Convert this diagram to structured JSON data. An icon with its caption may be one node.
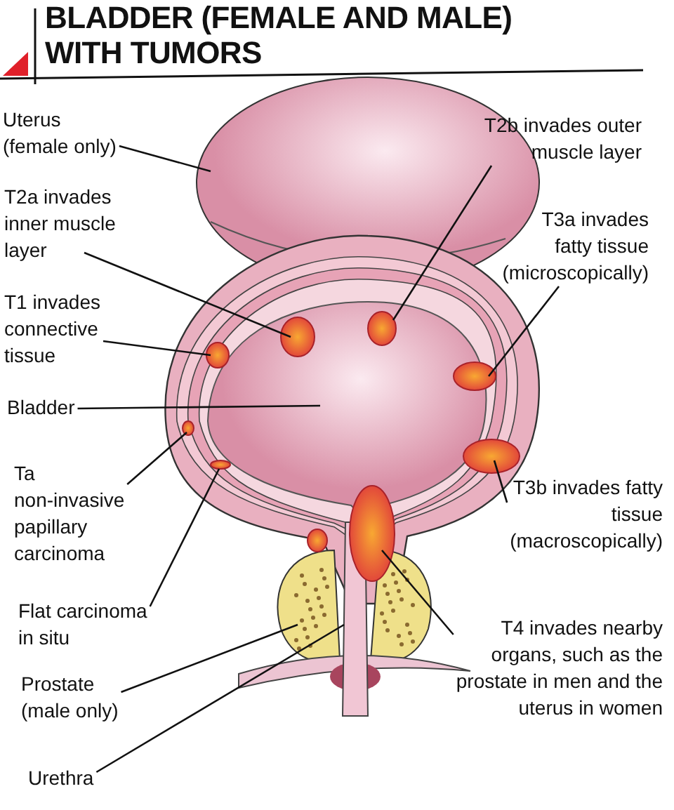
{
  "diagram": {
    "title": "BLADDER (FEMALE AND MALE) WITH TUMORS",
    "nodes": [
      {
        "text": [
          "Uterus (female only)"
        ]
      },
      {
        "text": [
          "T2a invades inner muscle layer"
        ]
      },
      {
        "text": [
          "T1 invades connective tissue"
        ]
      },
      {
        "text": [
          "Bladder"
        ]
      },
      {
        "text": [
          "Ta non-invasive papillary carcinoma"
        ]
      },
      {
        "text": [
          "Flat carcinoma in situ"
        ]
      },
      {
        "text": [
          "Prostate (male only)"
        ]
      },
      {
        "text": [
          "Urethra"
        ]
      },
      {
        "text": [
          "T2b invades outer muscle layer"
        ]
      },
      {
        "text": [
          "T3a invades fatty tissue (microscopically)"
        ]
      },
      {
        "text": [
          "T3b invades fatty tissue (macroscopically)"
        ]
      },
      {
        "text": [
          "T4 invades nearby organs, such as the prostate in men and the uterus in women"
        ]
      }
    ],
    "edges": [
      {
        "from": 0,
        "to": null,
        "arrow": "none"
      },
      {
        "from": 1,
        "to": null,
        "arrow": "none"
      },
      {
        "from": 2,
        "to": null,
        "arrow": "none"
      },
      {
        "from": 3,
        "to": null,
        "arrow": "none"
      },
      {
        "from": 4,
        "to": null,
        "arrow": "none"
      },
      {
        "from": 5,
        "to": null,
        "arrow": "none"
      },
      {
        "from": 6,
        "to": null,
        "arrow": "none"
      },
      {
        "from": 7,
        "to": null,
        "arrow": "none"
      },
      {
        "from": 8,
        "to": null,
        "arrow": "none"
      },
      {
        "from": 9,
        "to": null,
        "arrow": "none"
      },
      {
        "from": 10,
        "to": null,
        "arrow": "none"
      },
      {
        "from": 11,
        "to": null,
        "arrow": "none"
      }
    ]
  }
}
